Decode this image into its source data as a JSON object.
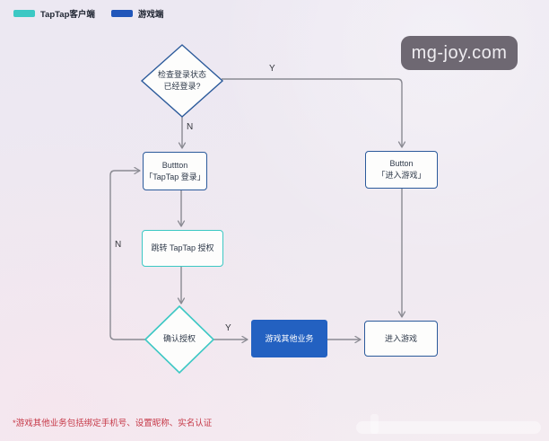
{
  "colors": {
    "bg-top": "#ece8f2",
    "bg-bottom": "#f4ecf1",
    "teal": "#3cc8c4",
    "blue": "#2156ba",
    "navy": "#2b5a9b",
    "biz-blue": "#2361c1",
    "line": "#8a8a92",
    "text": "#2f3a4a",
    "red": "#c63948",
    "watermark-bg": "#6e6872"
  },
  "legend": {
    "items": [
      {
        "label": "TapTap客户端",
        "color": "#3cc8c4"
      },
      {
        "label": "游戏端",
        "color": "#2156ba"
      }
    ]
  },
  "watermark": {
    "text": "mg-joy.com"
  },
  "flowchart": {
    "check_login": {
      "line1": "检查登录状态",
      "line2": "已经登录?"
    },
    "taptap_login_button": {
      "line1": "Buttton",
      "line2": "「TapTap 登录」"
    },
    "enter_game_button": {
      "line1": "Button",
      "line2": "「进入游戏」"
    },
    "redirect_auth": {
      "label": "跳转 TapTap 授权"
    },
    "confirm_auth": {
      "label": "确认授权"
    },
    "game_other_biz": {
      "label": "游戏其他业务"
    },
    "enter_game": {
      "label": "进入游戏"
    },
    "edge_labels": {
      "top_yes": "Y",
      "top_no": "N",
      "loop_no": "N",
      "confirm_yes": "Y"
    }
  },
  "footnote": "*游戏其他业务包括绑定手机号、设置昵称、实名认证"
}
